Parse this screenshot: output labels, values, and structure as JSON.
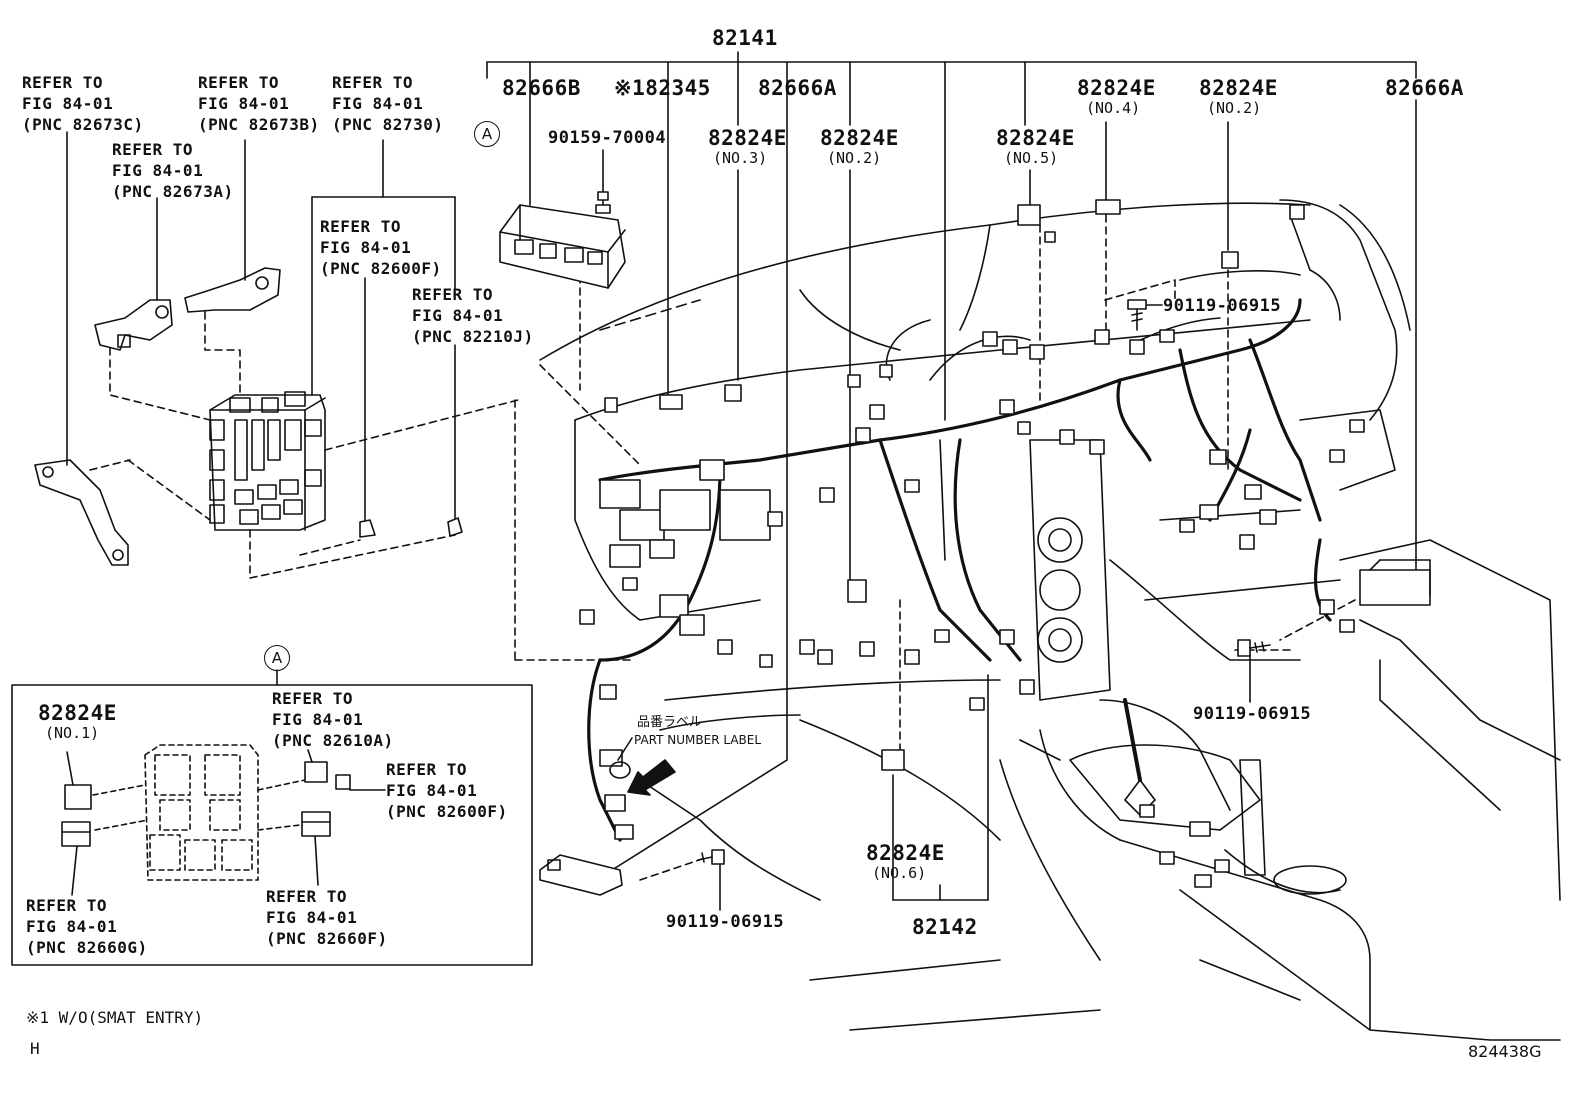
{
  "top_assembly": "82141",
  "callouts": {
    "p82666b": "82666B",
    "p182345": "※182345",
    "p82666a_mid": "82666A",
    "p82666a_right": "82666A",
    "p90159": "90159-70004",
    "p82824e_no3": {
      "pn": "82824E",
      "sub": "(NO.3)"
    },
    "p82824e_no2a": {
      "pn": "82824E",
      "sub": "(NO.2)"
    },
    "p82824e_no5": {
      "pn": "82824E",
      "sub": "(NO.5)"
    },
    "p82824e_no4": {
      "pn": "82824E",
      "sub": "(NO.4)"
    },
    "p82824e_no2b": {
      "pn": "82824E",
      "sub": "(NO.2)"
    },
    "p82824e_no6": {
      "pn": "82824E",
      "sub": "(NO.6)"
    },
    "p82824e_no1": {
      "pn": "82824E",
      "sub": "(NO.1)"
    },
    "p90119_top": "90119-06915",
    "p90119_right": "90119-06915",
    "p90119_bottom": "90119-06915",
    "p82142": "82142"
  },
  "refs": {
    "r82673c": [
      "REFER TO",
      "FIG 84-01",
      "(PNC 82673C)"
    ],
    "r82673b": [
      "REFER TO",
      "FIG 84-01",
      "(PNC 82673B)"
    ],
    "r82730": [
      "REFER TO",
      "FIG 84-01",
      "(PNC 82730)"
    ],
    "r82673a": [
      "REFER TO",
      "FIG 84-01",
      "(PNC 82673A)"
    ],
    "r82600f_top": [
      "REFER TO",
      "FIG 84-01",
      "(PNC 82600F)"
    ],
    "r82210j": [
      "REFER TO",
      "FIG 84-01",
      "(PNC 82210J)"
    ],
    "r82610a": [
      "REFER TO",
      "FIG 84-01",
      "(PNC 82610A)"
    ],
    "r82600f_box": [
      "REFER TO",
      "FIG 84-01",
      "(PNC 82600F)"
    ],
    "r82660g": [
      "REFER TO",
      "FIG 84-01",
      "(PNC 82660G)"
    ],
    "r82660f": [
      "REFER TO",
      "FIG 84-01",
      "(PNC 82660F)"
    ]
  },
  "detail_marker": "A",
  "part_label_jp": "品番ラベル",
  "part_label_en": "PART NUMBER LABEL",
  "footnote": "※1 W/O(SMAT ENTRY)",
  "corner_letter": "H",
  "figure_number": "824438G"
}
